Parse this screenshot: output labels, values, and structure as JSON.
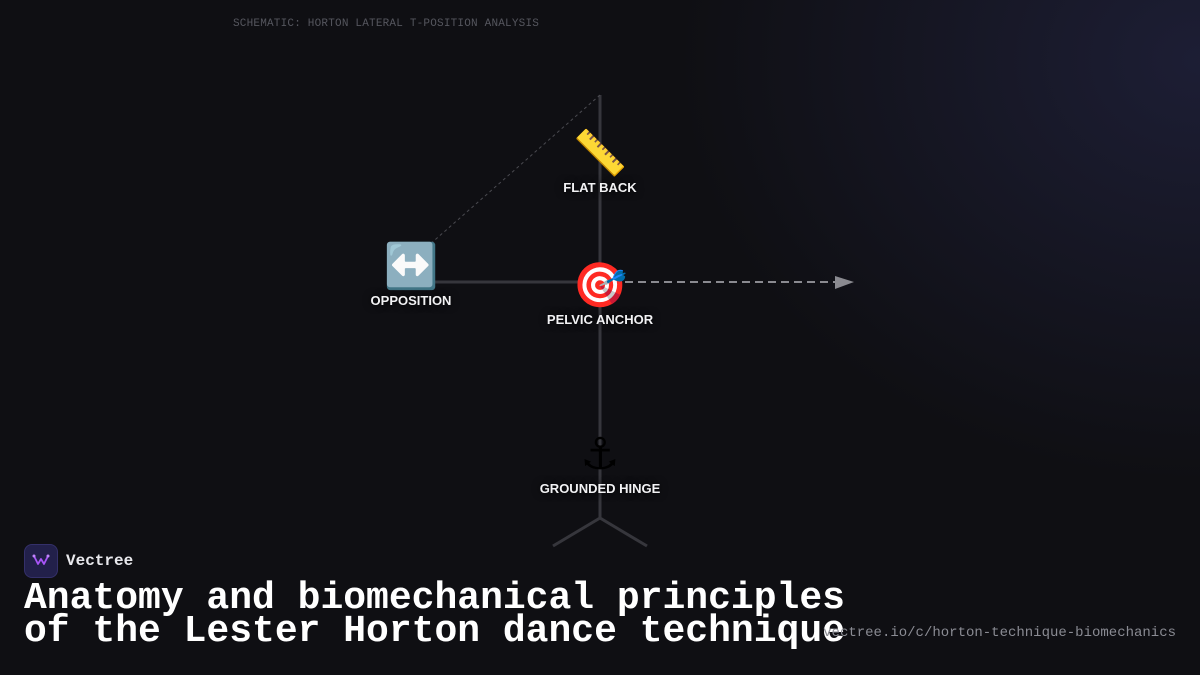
{
  "schematic_label": "SCHEMATIC: HORTON LATERAL T-POSITION ANALYSIS",
  "nodes": {
    "flat_back": {
      "icon": "ruler-icon",
      "glyph": "📏",
      "label": "FLAT BACK"
    },
    "opposition": {
      "icon": "left-right-arrow-icon",
      "glyph": "↔️",
      "label": "OPPOSITION"
    },
    "pelvic_anchor": {
      "icon": "target-icon",
      "glyph": "🎯",
      "label": "PELVIC ANCHOR"
    },
    "grounded_hinge": {
      "icon": "anchor-icon",
      "glyph": "⚓",
      "label": "GROUNDED HINGE"
    }
  },
  "brand": {
    "name": "Vectree",
    "logo": "vectree-logo-icon"
  },
  "title": {
    "line1": "Anatomy and biomechanical principles",
    "line2": "of the Lester Horton dance technique"
  },
  "url": "vectree.io/c/horton-technique-biomechanics",
  "colors": {
    "background": "#0f0f13",
    "structure_line": "#36363c",
    "arrow": "#8a8a90",
    "brand_accent": "#a855f7"
  }
}
